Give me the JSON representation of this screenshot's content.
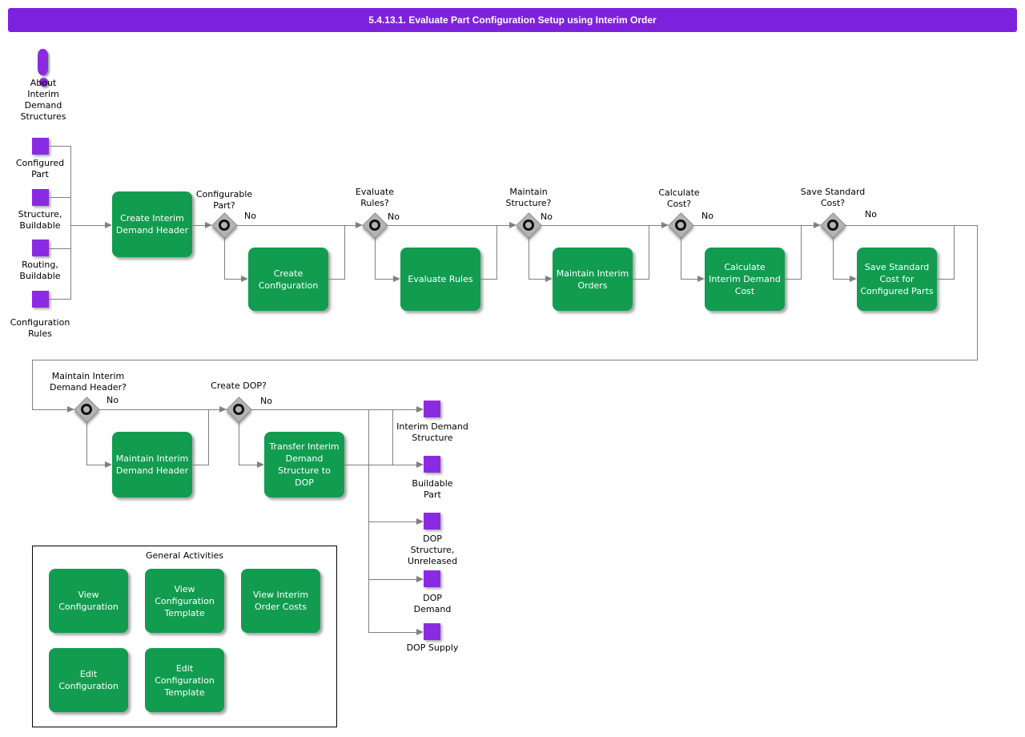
{
  "header": {
    "title": "5.4.13.1. Evaluate Part Configuration Setup using Interim Order"
  },
  "about_note": {
    "label": "About\nInterim\nDemand\nStructures"
  },
  "inputs": [
    {
      "label": "Configured\nPart"
    },
    {
      "label": "Structure,\nBuildable"
    },
    {
      "label": "Routing,\nBuildable"
    },
    {
      "label": "Configuration\nRules"
    }
  ],
  "flow_row1": {
    "tasks": [
      {
        "label": "Create Interim\nDemand Header"
      },
      {
        "label": "Create\nConfiguration"
      },
      {
        "label": "Evaluate Rules"
      },
      {
        "label": "Maintain Interim\nOrders"
      },
      {
        "label": "Calculate\nInterim Demand\nCost"
      },
      {
        "label": "Save Standard\nCost for\nConfigured Parts"
      }
    ],
    "decisions": [
      {
        "question": "Configurable\nPart?",
        "no_label": "No"
      },
      {
        "question": "Evaluate\nRules?",
        "no_label": "No"
      },
      {
        "question": "Maintain\nStructure?",
        "no_label": "No"
      },
      {
        "question": "Calculate\nCost?",
        "no_label": "No"
      },
      {
        "question": "Save Standard\nCost?",
        "no_label": "No"
      }
    ]
  },
  "flow_row2": {
    "decisions": [
      {
        "question": "Maintain Interim\nDemand Header?",
        "no_label": "No"
      },
      {
        "question": "Create DOP?",
        "no_label": "No"
      }
    ],
    "tasks": [
      {
        "label": "Maintain Interim\nDemand Header"
      },
      {
        "label": "Transfer Interim\nDemand\nStructure to\nDOP"
      }
    ]
  },
  "outputs": [
    {
      "label": "Interim Demand\nStructure"
    },
    {
      "label": "Buildable\nPart"
    },
    {
      "label": "DOP\nStructure,\nUnreleased"
    },
    {
      "label": "DOP\nDemand"
    },
    {
      "label": "DOP Supply"
    }
  ],
  "general_activities": {
    "title": "General Activities",
    "items": [
      {
        "label": "View\nConfiguration"
      },
      {
        "label": "View\nConfiguration\nTemplate"
      },
      {
        "label": "View Interim\nOrder Costs"
      },
      {
        "label": "Edit\nConfiguration"
      },
      {
        "label": "Edit\nConfiguration\nTemplate"
      }
    ]
  },
  "colors": {
    "title_bar_purple": "#7d22dc",
    "entity_purple": "#8a2be2",
    "task_green": "#129c50",
    "connector_gray": "#808080",
    "gateway_gray": "#b3b3b3"
  }
}
